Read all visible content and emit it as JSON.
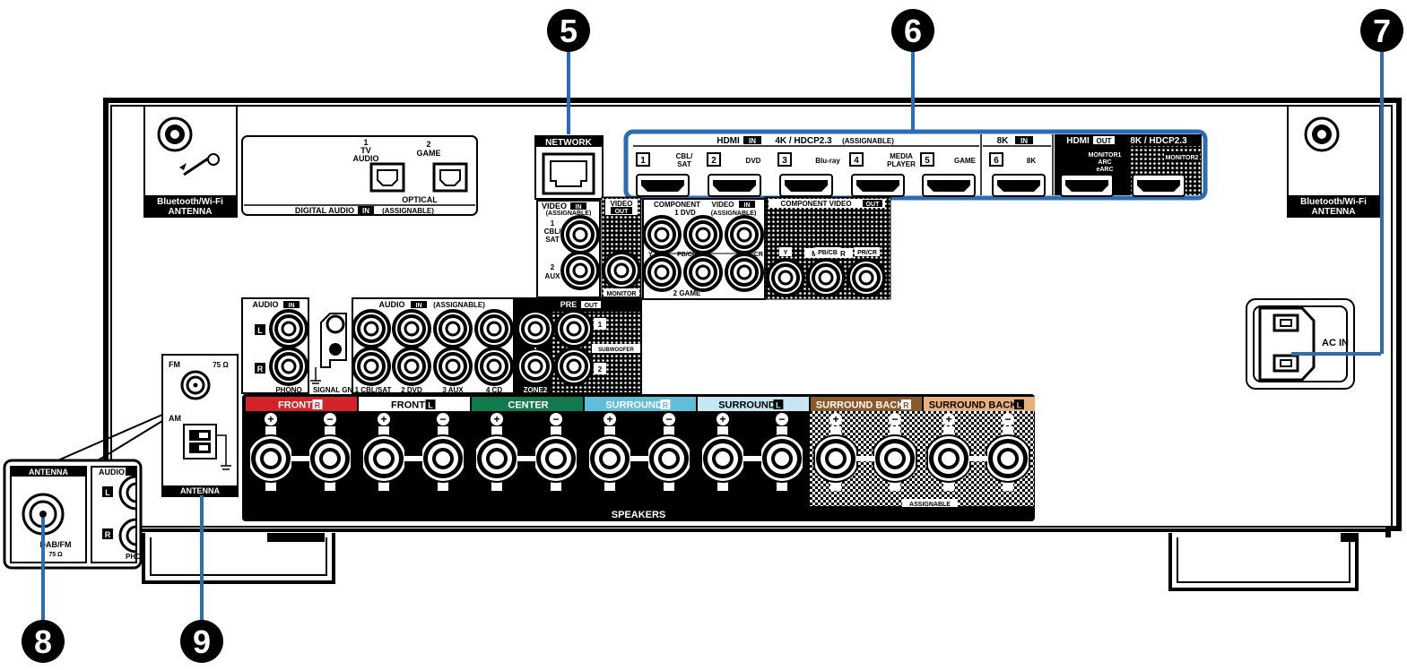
{
  "callouts": {
    "c5": "5",
    "c6": "6",
    "c7": "7",
    "c8": "8",
    "c9": "9"
  },
  "antenna": {
    "left_label_1": "Bluetooth/Wi-Fi",
    "left_label_2": "ANTENNA",
    "right_label_1": "Bluetooth/Wi-Fi",
    "right_label_2": "ANTENNA"
  },
  "digital_audio": {
    "in1_num": "1",
    "in1_line1": "TV",
    "in1_line2": "AUDIO",
    "in2_num": "2",
    "in2_line1": "GAME",
    "optical": "OPTICAL",
    "footer_1": "DIGITAL AUDIO",
    "footer_in": "IN",
    "footer_2": "(ASSIGNABLE)"
  },
  "network": {
    "label": "NETWORK"
  },
  "hdmi": {
    "in_header_1": "HDMI",
    "in_header_in": "IN",
    "in_header_2": "4K / HDCP2.3",
    "in_header_3": "(ASSIGNABLE)",
    "inputs": [
      {
        "num": "1",
        "line1": "CBL/",
        "line2": "SAT"
      },
      {
        "num": "2",
        "line1": "DVD",
        "line2": ""
      },
      {
        "num": "3",
        "line1": "Blu-ray",
        "line2": ""
      },
      {
        "num": "4",
        "line1": "MEDIA",
        "line2": "PLAYER"
      },
      {
        "num": "5",
        "line1": "GAME",
        "line2": ""
      }
    ],
    "in8k_header_1": "8K",
    "in8k_header_in": "IN",
    "in8k_num": "6",
    "in8k_label": "8K",
    "out_header_1": "HDMI",
    "out_header_out": "OUT",
    "out_header_2": "8K / HDCP2.3",
    "monitor1_1": "MONITOR1",
    "monitor1_2": "ARC",
    "monitor1_3": "eARC",
    "monitor2": "MONITOR2"
  },
  "video_in": {
    "header_1": "VIDEO",
    "header_in": "IN",
    "header_2": "(ASSIGNABLE)",
    "in1_num": "1",
    "in1_line1": "CBL/",
    "in1_line2": "SAT",
    "in2_num": "2",
    "in2_line1": "AUX",
    "out_header_1": "VIDEO",
    "out_header_2": "OUT",
    "monitor": "MONITOR"
  },
  "component_in": {
    "header_1": "COMPONENT",
    "header_2": "VIDEO",
    "header_in": "IN",
    "header_3": "(ASSIGNABLE)",
    "row1": "1 DVD",
    "y": "Y",
    "pb": "PB/CB",
    "pr": "PR/CR",
    "row2": "2 GAME"
  },
  "component_out": {
    "header_1": "COMPONENT VIDEO",
    "header_out": "OUT",
    "monitor": "MONITOR",
    "y": "Y",
    "pb": "PB/CB",
    "pr": "PR/CR"
  },
  "audio_in_phono": {
    "header_1": "AUDIO",
    "header_in": "IN",
    "l": "L",
    "r": "R",
    "phono": "PHONO",
    "signal_gnd": "SIGNAL GND"
  },
  "audio_in_assign": {
    "header_1": "AUDIO",
    "header_in": "IN",
    "header_2": "(ASSIGNABLE)",
    "labels": [
      "1 CBL/SAT",
      "2 DVD",
      "3 AUX",
      "4 CD"
    ]
  },
  "pre_out": {
    "header_1": "PRE",
    "header_out": "OUT",
    "sub_num": "1",
    "subwoofer": "SUBWOOFER",
    "sub2_num": "2",
    "zone2": "ZONE2"
  },
  "am_fm": {
    "fm": "FM",
    "ohm": "75 Ω",
    "am": "AM",
    "footer": "ANTENNA"
  },
  "inset": {
    "antenna": "ANTENNA",
    "audio": "AUDIO",
    "dab_fm": "DAB/FM",
    "ohm": "75 Ω",
    "l": "L",
    "r": "R",
    "phono": "PHO"
  },
  "speakers": {
    "footer": "SPEAKERS",
    "assignable": "ASSIGNABLE",
    "plus": "+",
    "minus": "−",
    "groups": [
      {
        "name": "FRONT",
        "ch": "R",
        "color": "#d2232a",
        "text": "#ffffff"
      },
      {
        "name": "FRONT",
        "ch": "L",
        "color": "#ffffff",
        "text": "#000000"
      },
      {
        "name": "CENTER",
        "ch": "",
        "color": "#137a4f",
        "text": "#ffffff"
      },
      {
        "name": "SURROUND",
        "ch": "R",
        "color": "#5fbfd8",
        "text": "#ffffff"
      },
      {
        "name": "SURROUND",
        "ch": "L",
        "color": "#c6e6f2",
        "text": "#000000"
      },
      {
        "name": "SURROUND BACK",
        "ch": "R",
        "color": "#8b5a2b",
        "text": "#ffffff"
      },
      {
        "name": "SURROUND BACK",
        "ch": "L",
        "color": "#e8b07a",
        "text": "#000000"
      }
    ]
  },
  "ac_in": {
    "label": "AC IN"
  },
  "colors": {
    "callout_line": "#2a6db5",
    "hdmi_outline": "#2a6db5",
    "panel": "#000000"
  }
}
